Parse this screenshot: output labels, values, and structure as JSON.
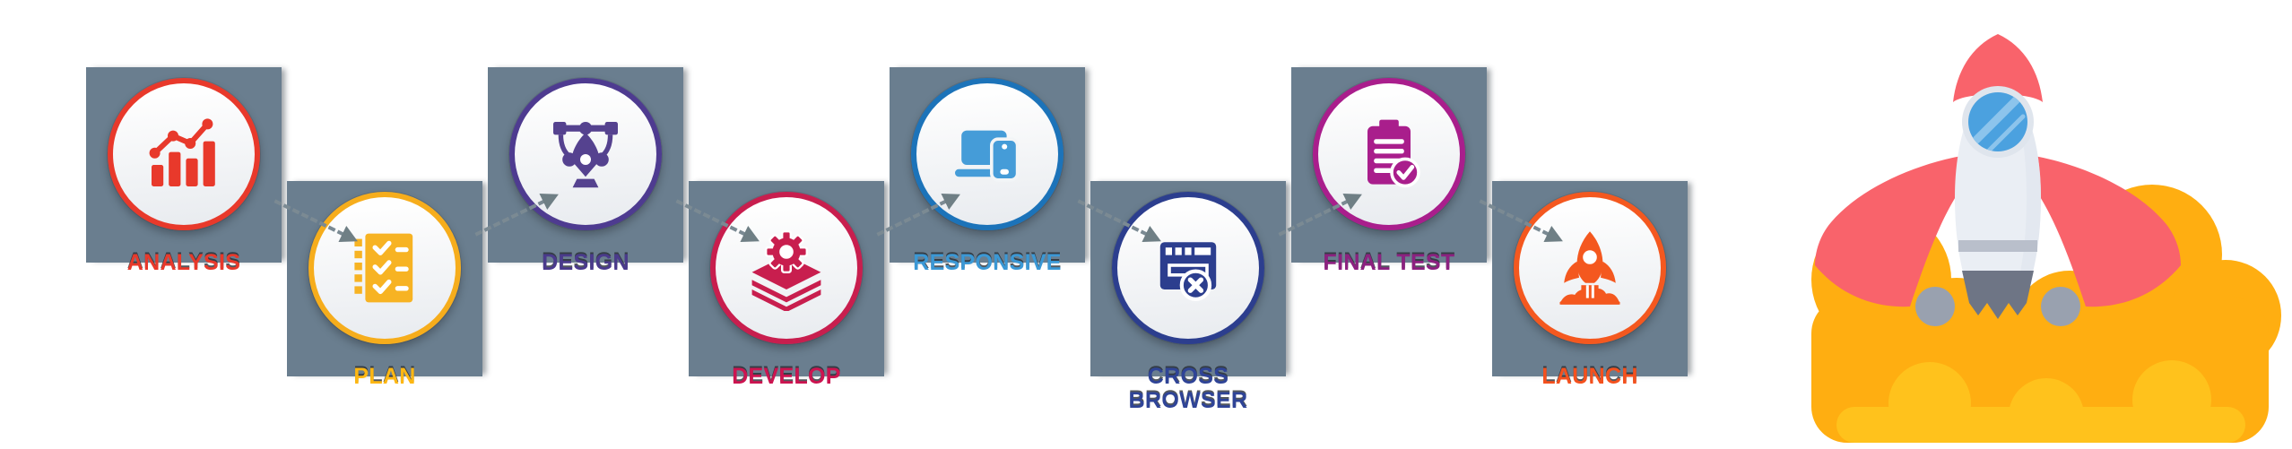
{
  "theme": {
    "page_background": "#FFFFFF",
    "panel_background": "#FFFFFF",
    "tile_color": "#6A7E8F",
    "arrow_color": "#7B8A93",
    "arrow_head_color": "#6F7F85",
    "label_shadow": "rgba(40,46,52,0.8)"
  },
  "steps": [
    {
      "label": "ANALYSIS",
      "icon": "bar-chart-icon",
      "ring_color": "#E8392B",
      "icon_color": "#E8392B",
      "label_color": "#E8392B"
    },
    {
      "label": "PLAN",
      "icon": "checklist-icon",
      "ring_color": "#F6AD1C",
      "icon_color": "#F7B323",
      "label_color": "#FDB713"
    },
    {
      "label": "DESIGN",
      "icon": "pen-tool-icon",
      "ring_color": "#4E3B90",
      "icon_color": "#55428F",
      "label_color": "#4A3A8C"
    },
    {
      "label": "DEVELOP",
      "icon": "layers-gear-icon",
      "ring_color": "#C81E4E",
      "icon_color": "#C81E4E",
      "label_color": "#CC1450"
    },
    {
      "label": "RESPONSIVE",
      "icon": "devices-icon",
      "ring_color": "#1C73B9",
      "icon_color": "#459CD8",
      "label_color": "#3B98D5"
    },
    {
      "label": "CROSS BROWSER",
      "icon": "browser-error-icon",
      "ring_color": "#2C3E8E",
      "icon_color": "#2C3E8E",
      "label_color": "#2F4497"
    },
    {
      "label": "FINAL TEST",
      "icon": "clipboard-check-icon",
      "ring_color": "#A91E8C",
      "icon_color": "#A91E8C",
      "label_color": "#8C2180"
    },
    {
      "label": "LAUNCH",
      "icon": "rocket-icon",
      "ring_color": "#F4581F",
      "icon_color": "#F4581F",
      "label_color": "#F4511E"
    }
  ],
  "connectors": [
    {
      "from": "ANALYSIS",
      "to": "PLAN",
      "direction": "down-right"
    },
    {
      "from": "PLAN",
      "to": "DESIGN",
      "direction": "up-right"
    },
    {
      "from": "DESIGN",
      "to": "DEVELOP",
      "direction": "down-right"
    },
    {
      "from": "DEVELOP",
      "to": "RESPONSIVE",
      "direction": "up-right"
    },
    {
      "from": "RESPONSIVE",
      "to": "CROSS BROWSER",
      "direction": "down-right"
    },
    {
      "from": "CROSS BROWSER",
      "to": "FINAL TEST",
      "direction": "up-right"
    },
    {
      "from": "FINAL TEST",
      "to": "LAUNCH",
      "direction": "down-right"
    }
  ],
  "illustration": {
    "name": "rocket-launch",
    "colors": {
      "nose_fins": "#F9636B",
      "body": "#EAEEF4",
      "body_shade": "#DDE3EC",
      "window_ring": "#DFE5ED",
      "window": "#4BA1DF",
      "window_streak": "#8CC4EC",
      "band": "#B9BFCB",
      "engine": "#6E7585",
      "smoke": "#99A1AF",
      "flame": "#FFAE11",
      "flame_light": "#FFC21C"
    }
  }
}
